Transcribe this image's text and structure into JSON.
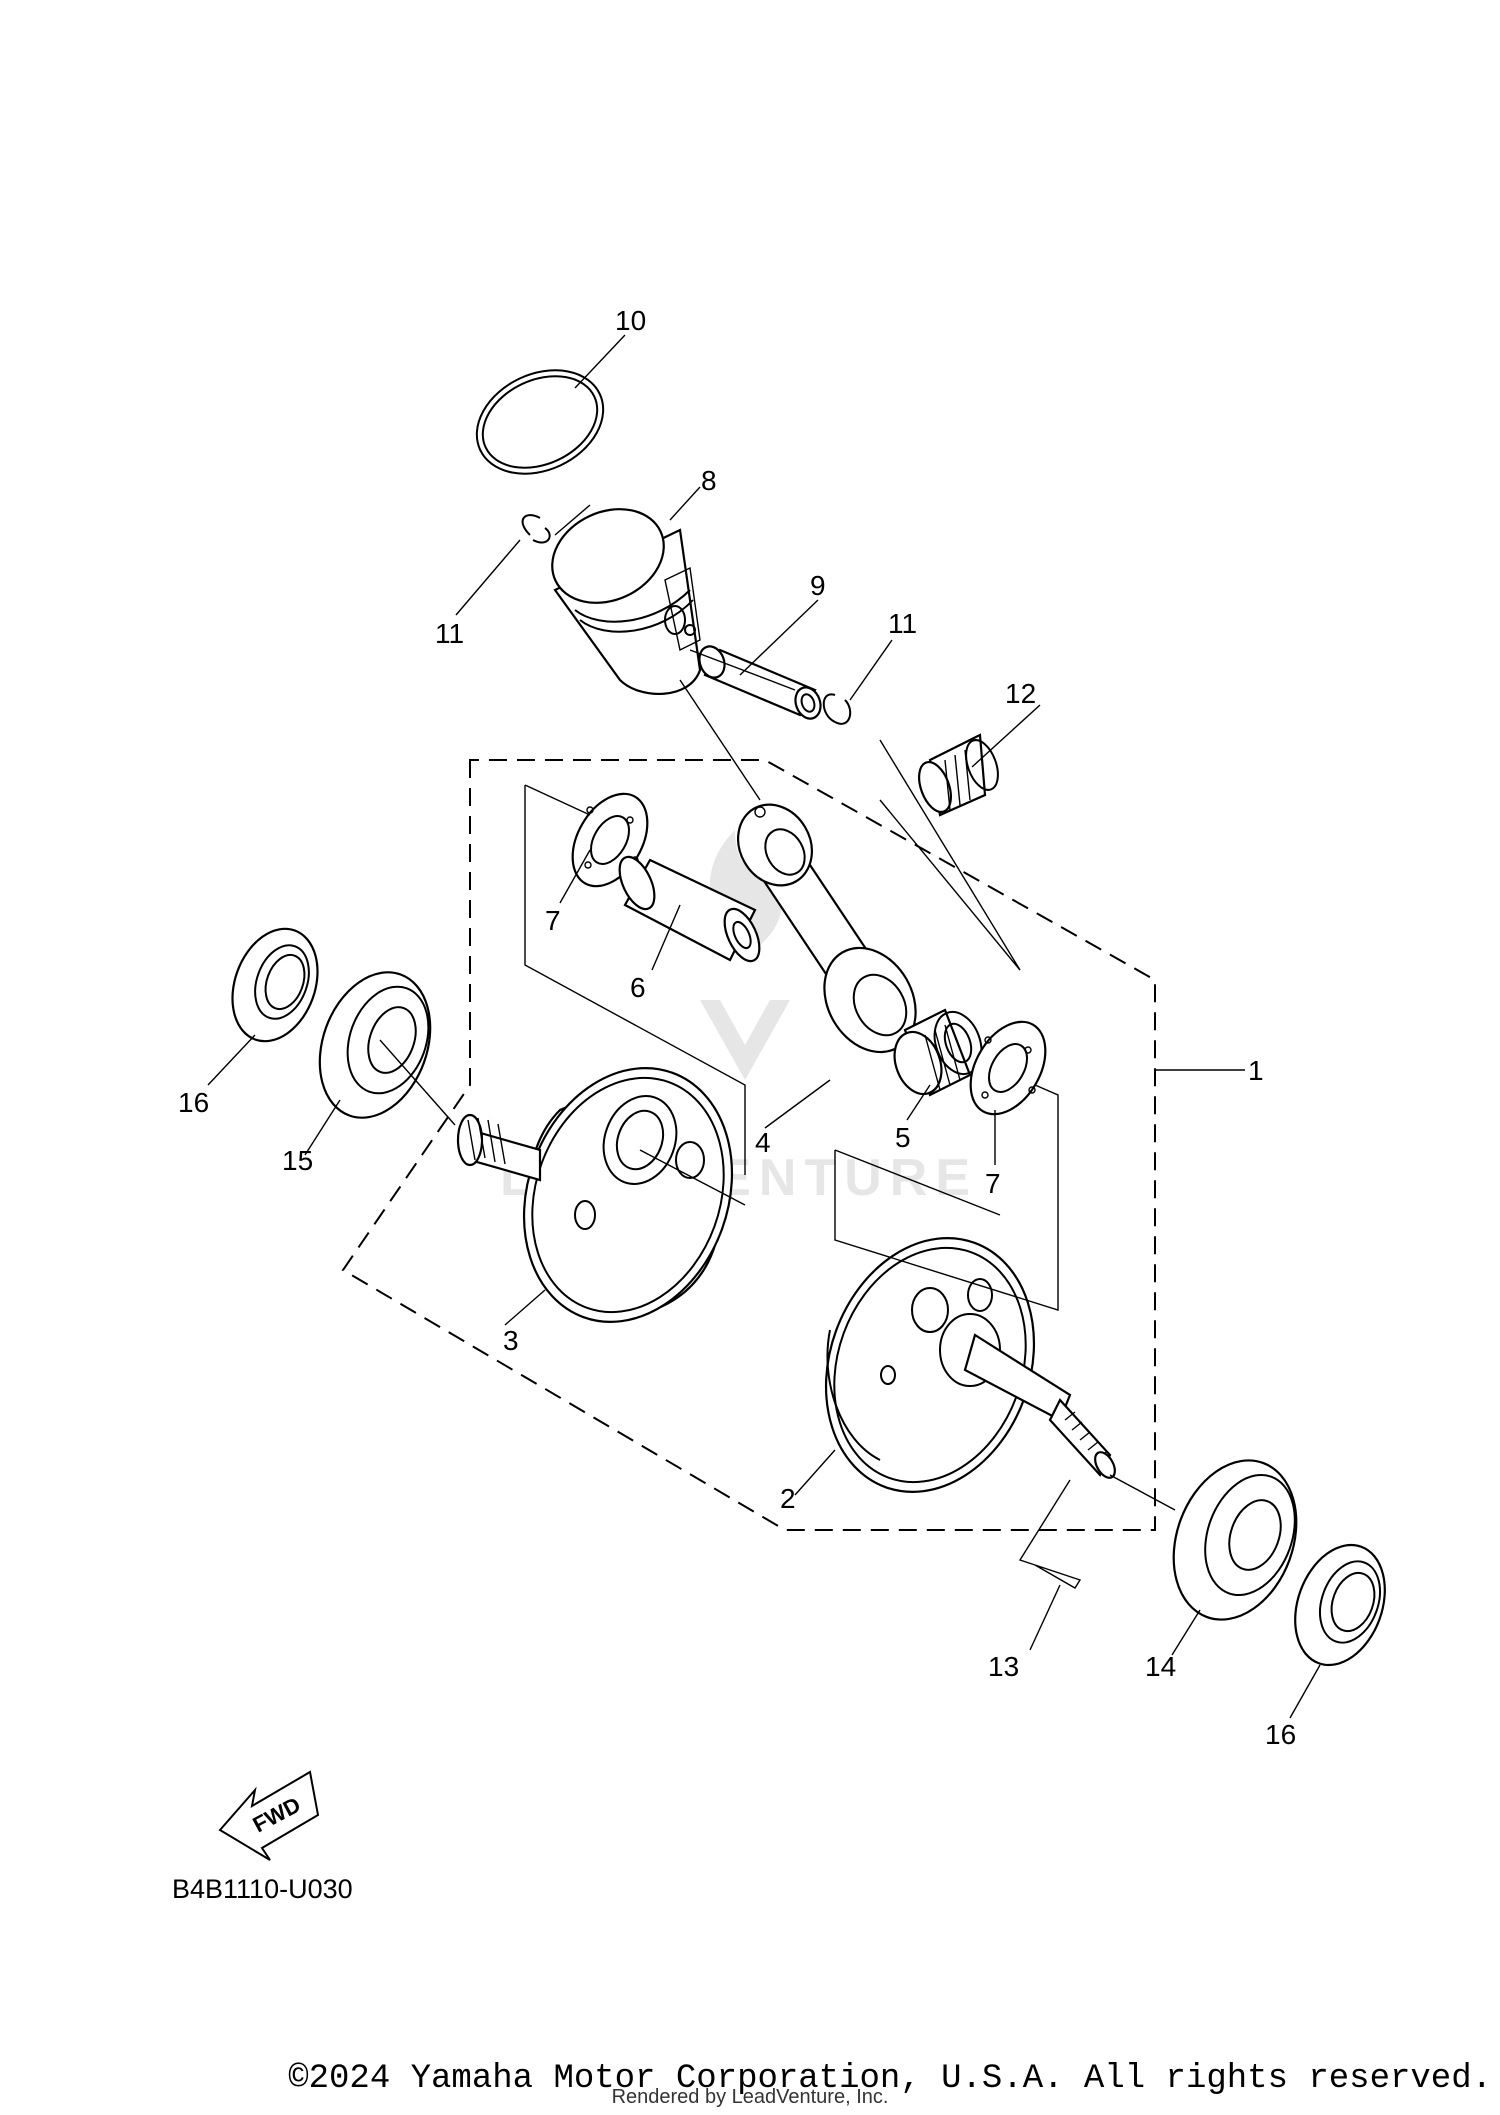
{
  "diagram": {
    "drawing_code": "B4B1110-U030",
    "fwd_label": "FWD",
    "watermark_text": "LEADVENTURE",
    "callouts": {
      "c1": "1",
      "c2": "2",
      "c3": "3",
      "c4": "4",
      "c5": "5",
      "c6": "6",
      "c7a": "7",
      "c7b": "7",
      "c8": "8",
      "c9": "9",
      "c10": "10",
      "c11a": "11",
      "c11b": "11",
      "c12": "12",
      "c13": "13",
      "c14": "14",
      "c15": "15",
      "c16a": "16",
      "c16b": "16"
    }
  },
  "footer": {
    "copyright": "©2024 Yamaha Motor Corporation, U.S.A. All rights reserved.",
    "rendered_by": "Rendered by LeadVenture, Inc."
  }
}
